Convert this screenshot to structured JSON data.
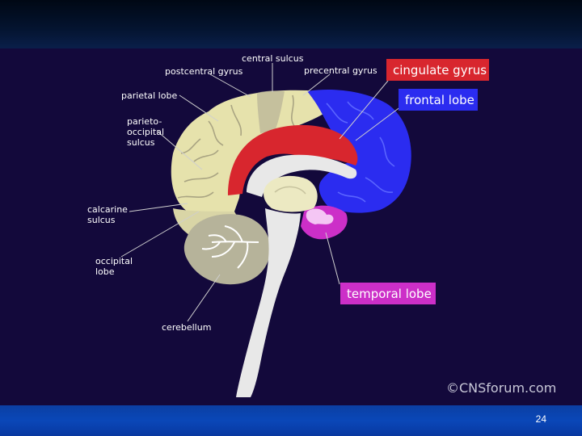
{
  "labels": {
    "central_sulcus": "central sulcus",
    "postcentral_gyrus": "postcentral gyrus",
    "precentral_gyrus": "precentral gyrus",
    "parietal_lobe": "parietal lobe",
    "parieto_occipital_sulcus": [
      "parieto-",
      "occipital",
      "sulcus"
    ],
    "calcarine_sulcus": [
      "calcarine",
      "sulcus"
    ],
    "occipital_lobe": [
      "occipital",
      "lobe"
    ],
    "cerebellum": "cerebellum"
  },
  "highlighted_labels": {
    "cingulate_gyrus": "cingulate gyrus",
    "frontal_lobe": "frontal lobe",
    "temporal_lobe": "temporal lobe"
  },
  "credit": "©CNSforum.com",
  "page_number": "24",
  "colors": {
    "background": "#13093b",
    "cingulate_red": "#d8262e",
    "frontal_blue": "#2b2cf0",
    "temporal_magenta": "#cc2fc8",
    "parietal_cream": "#e6e2ac",
    "occipital_gray": "#b6b39a",
    "brainstem_white": "#e8e8e8",
    "footer_blue": "#0a47b8"
  }
}
